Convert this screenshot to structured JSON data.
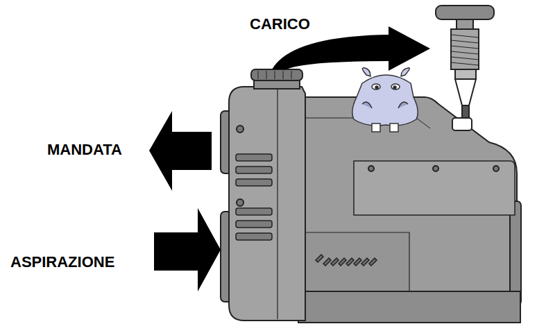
{
  "diagram": {
    "labels": [
      "CARICO",
      "MANDATA",
      "ASPIRAZIONE"
    ]
  }
}
